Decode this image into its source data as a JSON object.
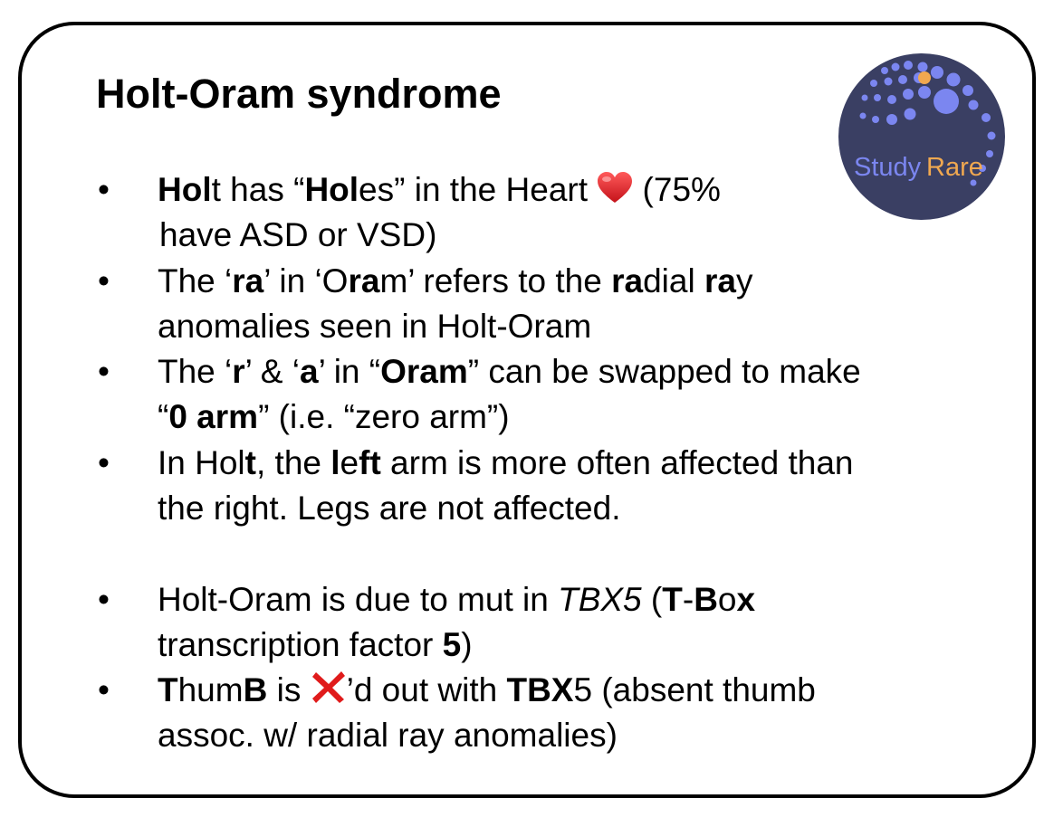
{
  "title": "Holt-Oram syndrome",
  "logo": {
    "text_left": "Study",
    "text_right": "Rare",
    "bg_color": "#3a3f63",
    "dot_color": "#7b86f0",
    "accent_dot_color": "#f0a850",
    "text_left_color": "#7b86f0",
    "text_right_color": "#f0a850"
  },
  "bullet_glyph": "•",
  "items": [
    {
      "lines": [
        [
          {
            "t": "Hol",
            "b": true
          },
          {
            "t": "t has “"
          },
          {
            "t": "Hol",
            "b": true
          },
          {
            "t": "es” in the Heart "
          },
          {
            "icon": "heart"
          },
          {
            "t": " (75%"
          }
        ],
        [
          {
            "t": "have ASD or VSD)"
          }
        ]
      ]
    },
    {
      "lines": [
        [
          {
            "t": "The ‘"
          },
          {
            "t": "ra",
            "b": true
          },
          {
            "t": "’ in ‘O"
          },
          {
            "t": "ra",
            "b": true
          },
          {
            "t": "m’ refers to the "
          },
          {
            "t": "ra",
            "b": true
          },
          {
            "t": "dial "
          },
          {
            "t": "ra",
            "b": true
          },
          {
            "t": "y"
          }
        ],
        [
          {
            "t": "anomalies seen in Holt-Oram"
          }
        ]
      ]
    },
    {
      "lines": [
        [
          {
            "t": "The ‘"
          },
          {
            "t": "r",
            "b": true
          },
          {
            "t": "’ & ‘"
          },
          {
            "t": "a",
            "b": true
          },
          {
            "t": "’ in “"
          },
          {
            "t": "Oram",
            "b": true
          },
          {
            "t": "” can be swapped to make"
          }
        ],
        [
          {
            "t": "“"
          },
          {
            "t": "0 arm",
            "b": true
          },
          {
            "t": "” (i.e. “zero arm”)"
          }
        ]
      ]
    },
    {
      "lines": [
        [
          {
            "t": "In Hol"
          },
          {
            "t": "t",
            "b": true
          },
          {
            "t": ", the "
          },
          {
            "t": "l",
            "b": true
          },
          {
            "t": "e"
          },
          {
            "t": "ft",
            "b": true
          },
          {
            "t": " arm is more often affected than"
          }
        ],
        [
          {
            "t": "the right. Legs are not affected."
          }
        ]
      ]
    },
    {
      "lines": [
        [
          {
            "t": "Holt-Oram is due to mut in "
          },
          {
            "t": "TBX5",
            "i": true
          },
          {
            "t": " ("
          },
          {
            "t": "T",
            "b": true
          },
          {
            "t": "-"
          },
          {
            "t": "B",
            "b": true
          },
          {
            "t": "o"
          },
          {
            "t": "x",
            "b": true
          }
        ],
        [
          {
            "t": "transcription factor "
          },
          {
            "t": "5",
            "b": true
          },
          {
            "t": ")"
          }
        ]
      ]
    },
    {
      "lines": [
        [
          {
            "t": "T",
            "b": true
          },
          {
            "t": "hum"
          },
          {
            "t": "B",
            "b": true
          },
          {
            "t": " is "
          },
          {
            "icon": "cross"
          },
          {
            "t": "’d out with "
          },
          {
            "t": "TBX",
            "b": true
          },
          {
            "t": "5 (absent thumb"
          }
        ],
        [
          {
            "t": "assoc. w/ radial ray anomalies)"
          }
        ]
      ]
    }
  ]
}
